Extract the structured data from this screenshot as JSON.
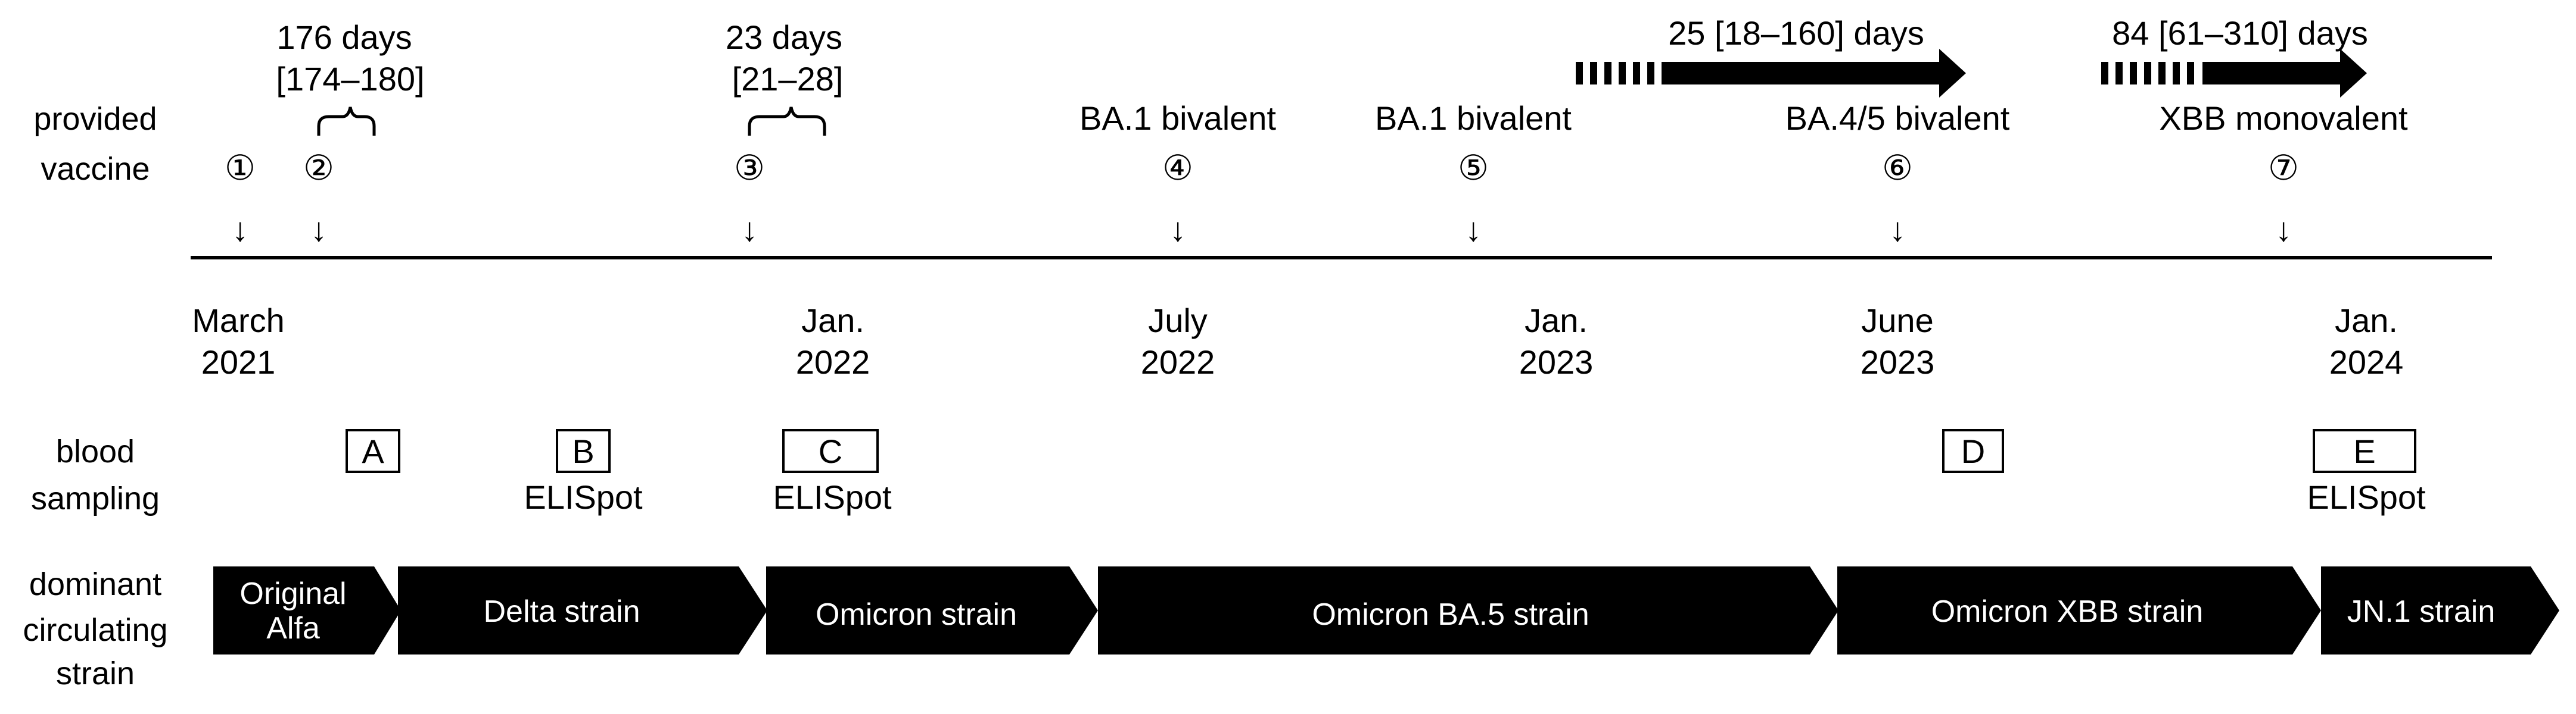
{
  "row_labels": {
    "vaccine": [
      "provided",
      "vaccine"
    ],
    "blood": [
      "blood",
      "sampling"
    ],
    "strain": [
      "dominant",
      "circulating",
      "strain"
    ]
  },
  "vaccines": [
    {
      "symbol": "①",
      "label": ""
    },
    {
      "symbol": "②",
      "label": ""
    },
    {
      "symbol": "③",
      "label": ""
    },
    {
      "symbol": "④",
      "label": "BA.1 bivalent"
    },
    {
      "symbol": "⑤",
      "label": "BA.1 bivalent"
    },
    {
      "symbol": "⑥",
      "label": "BA.4/5 bivalent"
    },
    {
      "symbol": "⑦",
      "label": "XBB monovalent"
    }
  ],
  "arrow_symbol": "↓",
  "intervals": [
    {
      "line1": "176 days",
      "line2": "[174–180]"
    },
    {
      "line1": "23 days",
      "line2": "[21–28]"
    }
  ],
  "range_arrows": [
    {
      "label": "25 [18–160] days"
    },
    {
      "label": "84 [61–310] days"
    }
  ],
  "timeline_dates": [
    {
      "line1": "March",
      "line2": "2021"
    },
    {
      "line1": "Jan.",
      "line2": "2022"
    },
    {
      "line1": "July",
      "line2": "2022"
    },
    {
      "line1": "Jan.",
      "line2": "2023"
    },
    {
      "line1": "June",
      "line2": "2023"
    },
    {
      "line1": "Jan.",
      "line2": "2024"
    }
  ],
  "samples": [
    {
      "letter": "A",
      "assay": ""
    },
    {
      "letter": "B",
      "assay": "ELISpot"
    },
    {
      "letter": "C",
      "assay": "ELISpot"
    },
    {
      "letter": "D",
      "assay": ""
    },
    {
      "letter": "E",
      "assay": "ELISpot"
    }
  ],
  "strains": [
    {
      "line1": "Original",
      "line2": "Alfa"
    },
    {
      "line1": "Delta strain",
      "line2": ""
    },
    {
      "line1": "Omicron strain",
      "line2": ""
    },
    {
      "line1": "Omicron BA.5 strain",
      "line2": ""
    },
    {
      "line1": "Omicron XBB strain",
      "line2": ""
    },
    {
      "line1": "JN.1 strain",
      "line2": ""
    }
  ],
  "colors": {
    "ink": "#000000",
    "paper": "#ffffff"
  }
}
